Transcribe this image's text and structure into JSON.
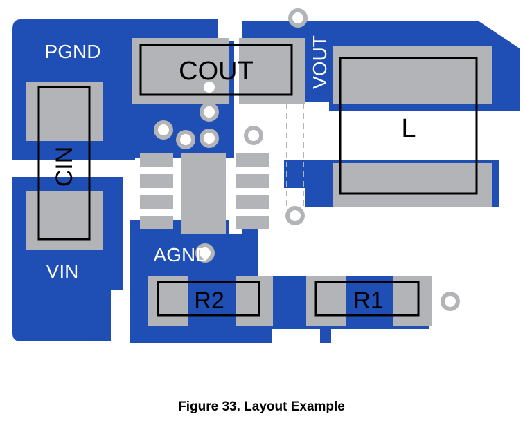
{
  "labels": {
    "pgnd": "PGND",
    "vin": "VIN",
    "agnd": "AGND",
    "vout": "VOUT",
    "cout": "COUT",
    "cin": "CIN",
    "l": "L",
    "r1": "R1",
    "r2": "R2"
  },
  "caption": "Figure 33.  Layout Example",
  "colors": {
    "copper": "#1F4FB5",
    "pad": "#B3B4B7",
    "outline": "#000000",
    "via_ring": "#B3B4B7",
    "label_on_copper": "#FFFFFF"
  }
}
